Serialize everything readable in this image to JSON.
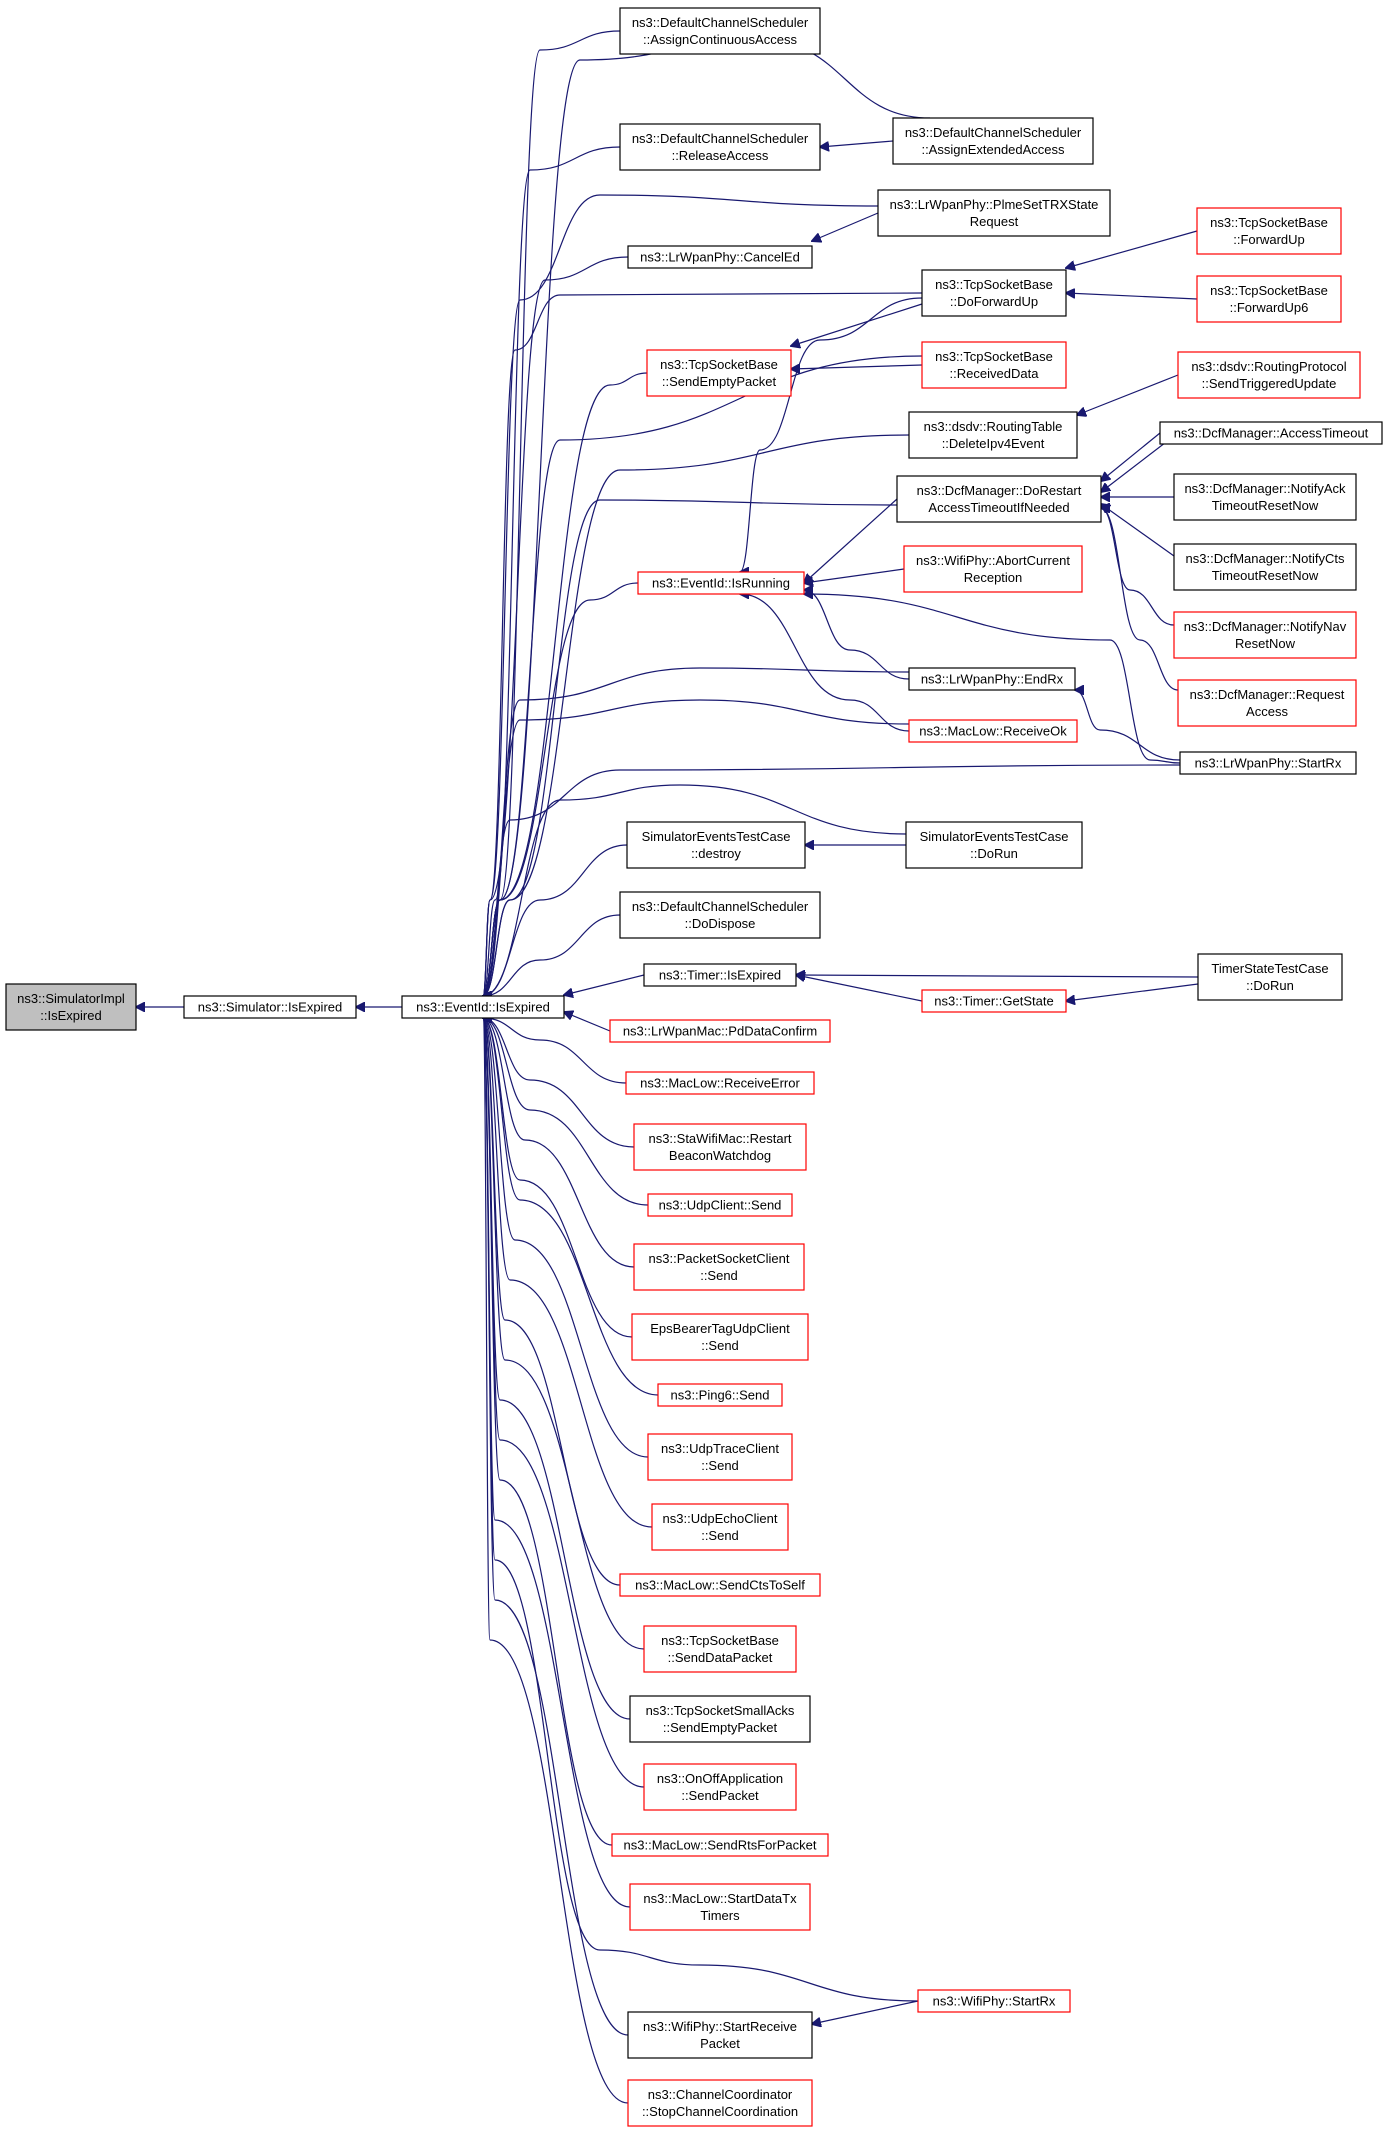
{
  "colors": {
    "edge": "#191970",
    "border_normal": "#000000",
    "border_truncated": "#ff0000",
    "fill_root": "#bfbfbf",
    "fill_node": "#ffffff"
  },
  "nodes": [
    {
      "id": "root",
      "lines": [
        "ns3::SimulatorImpl",
        "::IsExpired"
      ],
      "style": "root"
    },
    {
      "id": "sim",
      "lines": [
        "ns3::Simulator::IsExpired"
      ],
      "style": "normal"
    },
    {
      "id": "eid",
      "lines": [
        "ns3::EventId::IsExpired"
      ],
      "style": "normal"
    },
    {
      "id": "dcs_aca",
      "lines": [
        "ns3::DefaultChannelScheduler",
        "::AssignContinuousAccess"
      ],
      "style": "normal"
    },
    {
      "id": "dcs_ra",
      "lines": [
        "ns3::DefaultChannelScheduler",
        "::ReleaseAccess"
      ],
      "style": "normal"
    },
    {
      "id": "dcs_aea",
      "lines": [
        "ns3::DefaultChannelScheduler",
        "::AssignExtendedAccess"
      ],
      "style": "normal"
    },
    {
      "id": "lr_pse",
      "lines": [
        "ns3::LrWpanPhy::PlmeSetTRXState",
        "Request"
      ],
      "style": "normal"
    },
    {
      "id": "lr_ce",
      "lines": [
        "ns3::LrWpanPhy::CancelEd"
      ],
      "style": "normal"
    },
    {
      "id": "tcp_fu",
      "lines": [
        "ns3::TcpSocketBase",
        "::ForwardUp"
      ],
      "style": "truncated"
    },
    {
      "id": "tcp_dfu",
      "lines": [
        "ns3::TcpSocketBase",
        "::DoForwardUp"
      ],
      "style": "normal"
    },
    {
      "id": "tcp_fu6",
      "lines": [
        "ns3::TcpSocketBase",
        "::ForwardUp6"
      ],
      "style": "truncated"
    },
    {
      "id": "tcp_sep",
      "lines": [
        "ns3::TcpSocketBase",
        "::SendEmptyPacket"
      ],
      "style": "truncated"
    },
    {
      "id": "tcp_rd",
      "lines": [
        "ns3::TcpSocketBase",
        "::ReceivedData"
      ],
      "style": "truncated"
    },
    {
      "id": "dsdv_stu",
      "lines": [
        "ns3::dsdv::RoutingProtocol",
        "::SendTriggeredUpdate"
      ],
      "style": "truncated"
    },
    {
      "id": "dsdv_del",
      "lines": [
        "ns3::dsdv::RoutingTable",
        "::DeleteIpv4Event"
      ],
      "style": "normal"
    },
    {
      "id": "dcf_at",
      "lines": [
        "ns3::DcfManager::AccessTimeout"
      ],
      "style": "normal"
    },
    {
      "id": "dcf_dr",
      "lines": [
        "ns3::DcfManager::DoRestart",
        "AccessTimeoutIfNeeded"
      ],
      "style": "normal"
    },
    {
      "id": "dcf_na",
      "lines": [
        "ns3::DcfManager::NotifyAck",
        "TimeoutResetNow"
      ],
      "style": "normal"
    },
    {
      "id": "wifi_ac",
      "lines": [
        "ns3::WifiPhy::AbortCurrent",
        "Reception"
      ],
      "style": "truncated"
    },
    {
      "id": "eid_run",
      "lines": [
        "ns3::EventId::IsRunning"
      ],
      "style": "truncated"
    },
    {
      "id": "dcf_nc",
      "lines": [
        "ns3::DcfManager::NotifyCts",
        "TimeoutResetNow"
      ],
      "style": "normal"
    },
    {
      "id": "dcf_nn",
      "lines": [
        "ns3::DcfManager::NotifyNav",
        "ResetNow"
      ],
      "style": "truncated"
    },
    {
      "id": "lr_erx",
      "lines": [
        "ns3::LrWpanPhy::EndRx"
      ],
      "style": "normal"
    },
    {
      "id": "dcf_req",
      "lines": [
        "ns3::DcfManager::Request",
        "Access"
      ],
      "style": "truncated"
    },
    {
      "id": "mac_rok",
      "lines": [
        "ns3::MacLow::ReceiveOk"
      ],
      "style": "truncated"
    },
    {
      "id": "lr_srx",
      "lines": [
        "ns3::LrWpanPhy::StartRx"
      ],
      "style": "normal"
    },
    {
      "id": "se_destroy",
      "lines": [
        "SimulatorEventsTestCase",
        "::destroy"
      ],
      "style": "normal"
    },
    {
      "id": "se_dorun",
      "lines": [
        "SimulatorEventsTestCase",
        "::DoRun"
      ],
      "style": "normal"
    },
    {
      "id": "dcs_dd",
      "lines": [
        "ns3::DefaultChannelScheduler",
        "::DoDispose"
      ],
      "style": "normal"
    },
    {
      "id": "timer_ie",
      "lines": [
        "ns3::Timer::IsExpired"
      ],
      "style": "normal"
    },
    {
      "id": "ts_dorun",
      "lines": [
        "TimerStateTestCase",
        "::DoRun"
      ],
      "style": "normal"
    },
    {
      "id": "timer_gs",
      "lines": [
        "ns3::Timer::GetState"
      ],
      "style": "truncated"
    },
    {
      "id": "lrmac_pdc",
      "lines": [
        "ns3::LrWpanMac::PdDataConfirm"
      ],
      "style": "truncated"
    },
    {
      "id": "mac_re",
      "lines": [
        "ns3::MacLow::ReceiveError"
      ],
      "style": "truncated"
    },
    {
      "id": "sta_rbw",
      "lines": [
        "ns3::StaWifiMac::Restart",
        "BeaconWatchdog"
      ],
      "style": "truncated"
    },
    {
      "id": "udp_send",
      "lines": [
        "ns3::UdpClient::Send"
      ],
      "style": "truncated"
    },
    {
      "id": "psc_send",
      "lines": [
        "ns3::PacketSocketClient",
        "::Send"
      ],
      "style": "truncated"
    },
    {
      "id": "eps_send",
      "lines": [
        "EpsBearerTagUdpClient",
        "::Send"
      ],
      "style": "truncated"
    },
    {
      "id": "ping6_send",
      "lines": [
        "ns3::Ping6::Send"
      ],
      "style": "truncated"
    },
    {
      "id": "utc_send",
      "lines": [
        "ns3::UdpTraceClient",
        "::Send"
      ],
      "style": "truncated"
    },
    {
      "id": "uec_send",
      "lines": [
        "ns3::UdpEchoClient",
        "::Send"
      ],
      "style": "truncated"
    },
    {
      "id": "mac_scts",
      "lines": [
        "ns3::MacLow::SendCtsToSelf"
      ],
      "style": "truncated"
    },
    {
      "id": "tcp_sdp",
      "lines": [
        "ns3::TcpSocketBase",
        "::SendDataPacket"
      ],
      "style": "truncated"
    },
    {
      "id": "tcpsa_sep",
      "lines": [
        "ns3::TcpSocketSmallAcks",
        "::SendEmptyPacket"
      ],
      "style": "normal"
    },
    {
      "id": "onoff_sp",
      "lines": [
        "ns3::OnOffApplication",
        "::SendPacket"
      ],
      "style": "truncated"
    },
    {
      "id": "mac_srts",
      "lines": [
        "ns3::MacLow::SendRtsForPacket"
      ],
      "style": "truncated"
    },
    {
      "id": "mac_sdt",
      "lines": [
        "ns3::MacLow::StartDataTx",
        "Timers"
      ],
      "style": "truncated"
    },
    {
      "id": "wifi_srx",
      "lines": [
        "ns3::WifiPhy::StartRx"
      ],
      "style": "truncated"
    },
    {
      "id": "wifi_srp",
      "lines": [
        "ns3::WifiPhy::StartReceive",
        "Packet"
      ],
      "style": "normal"
    },
    {
      "id": "cc_scc",
      "lines": [
        "ns3::ChannelCoordinator",
        "::StopChannelCoordination"
      ],
      "style": "truncated"
    }
  ]
}
